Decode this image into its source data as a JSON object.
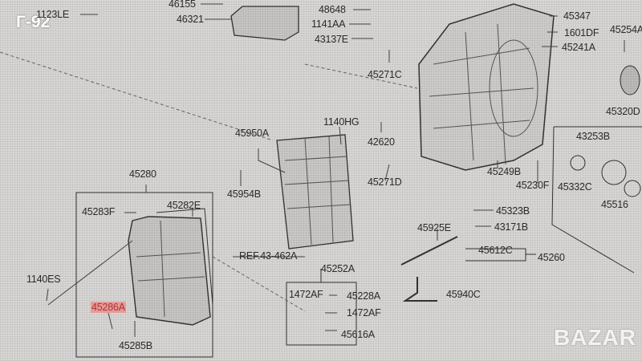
{
  "watermark": "Г-92",
  "logo": "BAZAR",
  "labels": {
    "l1123LE": "1123LE",
    "l46155": "46155",
    "l46321": "46321",
    "l48648": "48648",
    "l1141AA": "1141AA",
    "l43137E": "43137E",
    "l45271C": "45271C",
    "l45347": "45347",
    "l1601DF": "1601DF",
    "l45241A": "45241A",
    "l45254A": "45254A",
    "l45320D": "45320D",
    "l43253B": "43253B",
    "l45332C": "45332C",
    "l45516": "45516",
    "l45230F": "45230F",
    "l45249B": "45249B",
    "l45271D": "45271D",
    "l1140HG": "1140HG",
    "l42620": "42620",
    "l45950A": "45950A",
    "l45954B": "45954B",
    "l45280": "45280",
    "l45283F": "45283F",
    "l45282E": "45282E",
    "ref": "REF.43-462A",
    "l1140ES": "1140ES",
    "l45286A": "45286A",
    "l45285B": "45285B",
    "l45252A": "45252A",
    "l1472AF_a": "1472AF",
    "l45228A": "45228A",
    "l1472AF_b": "1472AF",
    "l45616A": "45616A",
    "l45925E": "45925E",
    "l45323B": "45323B",
    "l43171B": "43171B",
    "l45612C": "45612C",
    "l45260": "45260",
    "l45940C": "45940C"
  }
}
